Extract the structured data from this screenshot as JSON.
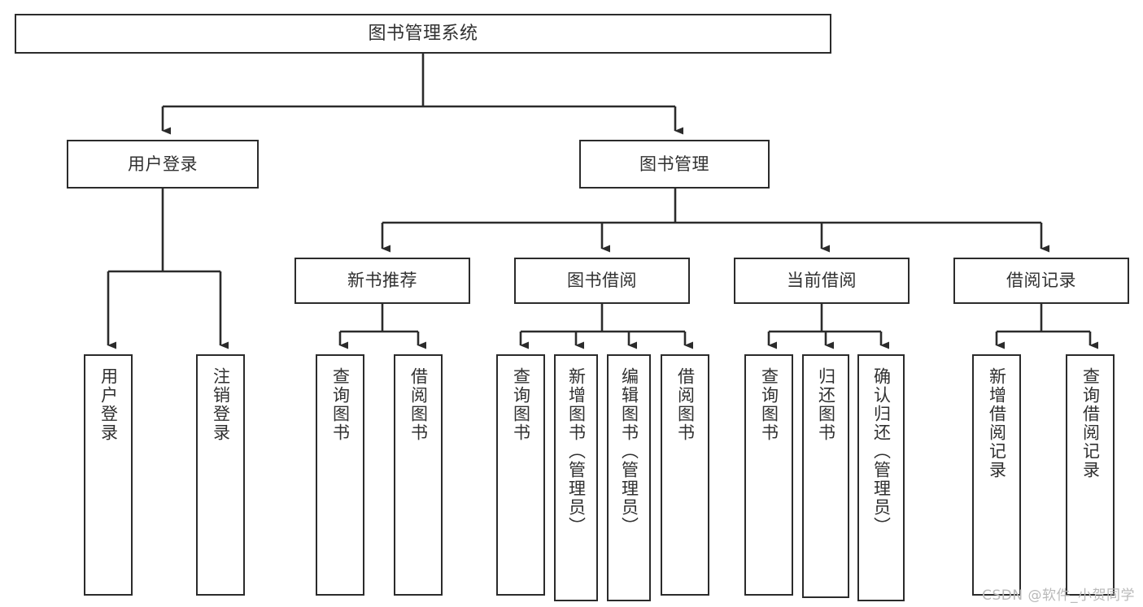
{
  "diagram": {
    "type": "tree-hierarchy",
    "title": "图书管理系统",
    "colors": {
      "box_border": "#2b2b2b",
      "box_fill": "#ffffff",
      "text": "#303030",
      "connector": "#2b2b2b",
      "watermark": "#b9b9b9",
      "background": "#ffffff"
    },
    "levels": {
      "root": {
        "label": "图书管理系统"
      },
      "level2": [
        {
          "label": "用户登录"
        },
        {
          "label": "图书管理"
        }
      ],
      "level3": [
        {
          "label": "新书推荐"
        },
        {
          "label": "图书借阅"
        },
        {
          "label": "当前借阅"
        },
        {
          "label": "借阅记录"
        }
      ],
      "leaves": {
        "user_login": [
          {
            "label": "用户登录"
          },
          {
            "label": "注销登录"
          }
        ],
        "new_book_recommend": [
          {
            "label": "查询图书"
          },
          {
            "label": "借阅图书"
          }
        ],
        "book_borrow": [
          {
            "label": "查询图书"
          },
          {
            "label": "新增图书（管理员）"
          },
          {
            "label": "编辑图书（管理员）"
          },
          {
            "label": "借阅图书"
          }
        ],
        "current_borrow": [
          {
            "label": "查询图书"
          },
          {
            "label": "归还图书"
          },
          {
            "label": "确认归还（管理员）"
          }
        ],
        "borrow_records": [
          {
            "label": "新增借阅记录"
          },
          {
            "label": "查询借阅记录"
          }
        ]
      }
    },
    "watermark": "CSDN @软件_小贺同学"
  }
}
